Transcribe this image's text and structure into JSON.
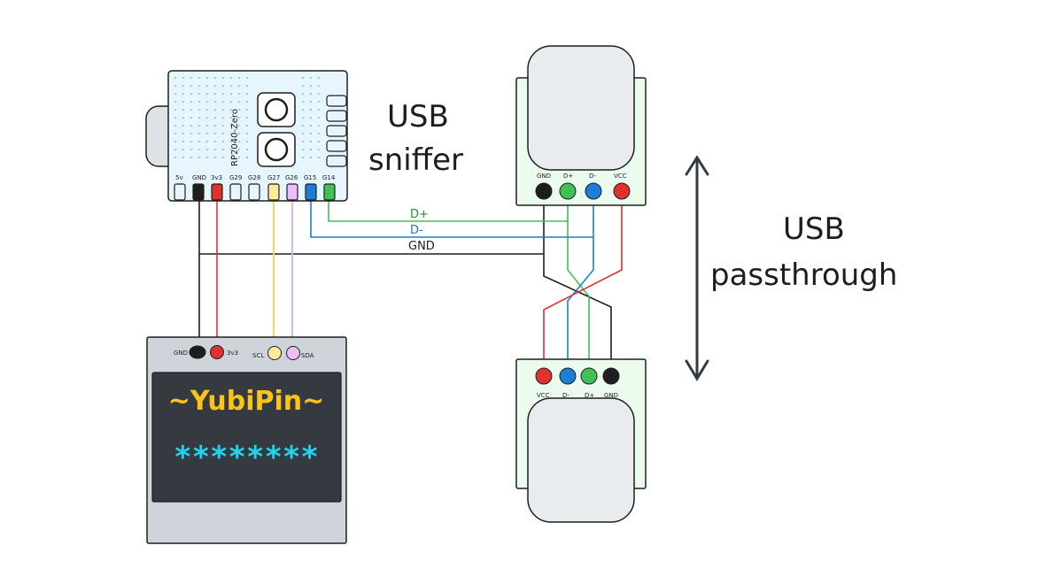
{
  "titles": {
    "sniffer_line1": "USB",
    "sniffer_line2": "sniffer",
    "passthrough_line1": "USB",
    "passthrough_line2": "passthrough"
  },
  "board": {
    "name": "RP2040-Zero",
    "pins": [
      "5v",
      "GND",
      "3v3",
      "G29",
      "G28",
      "G27",
      "G26",
      "G15",
      "G14"
    ]
  },
  "top_usb": {
    "pins": [
      "GND",
      "D+",
      "D-",
      "VCC"
    ]
  },
  "bottom_usb": {
    "pins": [
      "VCC",
      "D-",
      "D+",
      "GND"
    ]
  },
  "display": {
    "pins": [
      "GND",
      "3v3",
      "SCL",
      "SDA"
    ],
    "title": "~YubiPin~",
    "code": "********"
  },
  "wires": {
    "dplus": "D+",
    "dminus": "D-",
    "gnd": "GND"
  },
  "colors": {
    "black": "#1e1e1e",
    "red": "#e03131",
    "green": "#40c057",
    "blue": "#1c7ed6",
    "yellow": "#ffec99",
    "pink": "#eebefa",
    "board": "#e7f5ff",
    "usb": "#ebfbee",
    "usb_body": "#e9ecef",
    "display_frame": "#ced4da",
    "screen": "#343a40",
    "title_yellow": "#fcc419",
    "code_cyan": "#22d3f0"
  }
}
